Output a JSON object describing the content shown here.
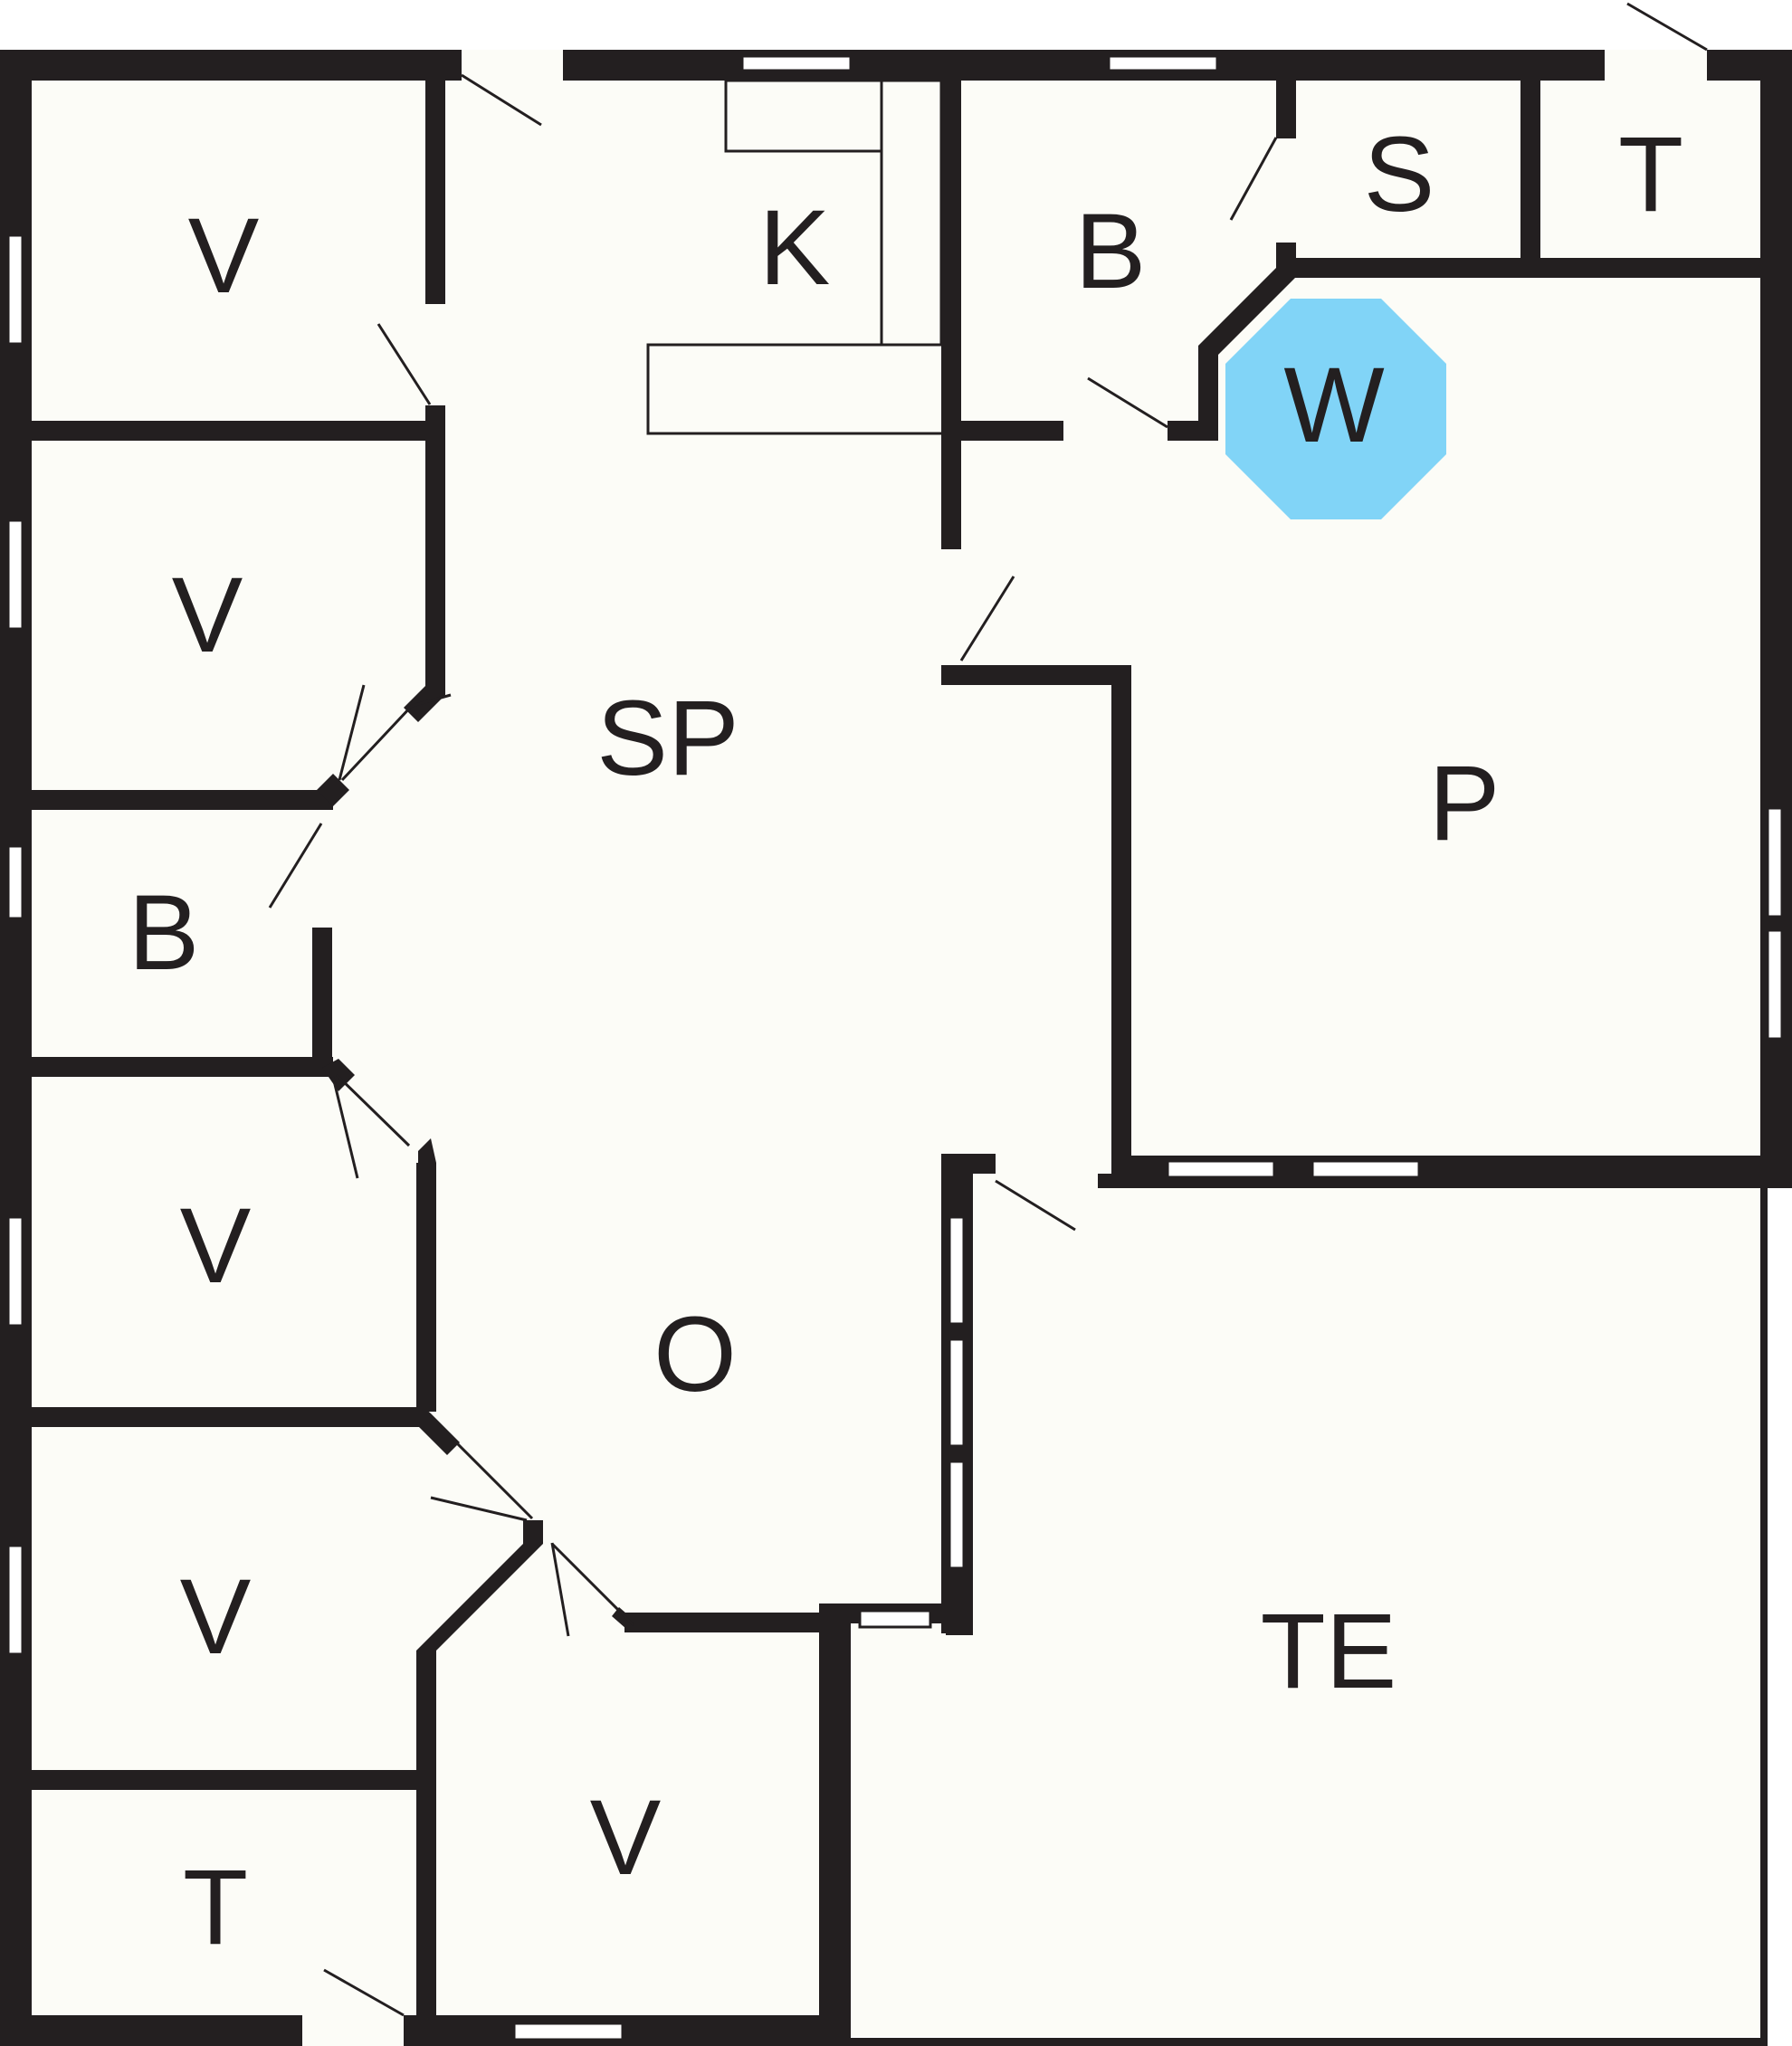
{
  "floor_plan": {
    "colors": {
      "floor": "#fcfcf7",
      "wall": "#231f20",
      "fireplace": "#81d4f7"
    },
    "rooms": [
      {
        "id": "v1",
        "label": "V"
      },
      {
        "id": "v2",
        "label": "V"
      },
      {
        "id": "b-left",
        "label": "B"
      },
      {
        "id": "v3",
        "label": "V"
      },
      {
        "id": "v4",
        "label": "V"
      },
      {
        "id": "t-bottom",
        "label": "T"
      },
      {
        "id": "v5",
        "label": "V"
      },
      {
        "id": "k",
        "label": "K"
      },
      {
        "id": "sp",
        "label": "SP"
      },
      {
        "id": "o",
        "label": "O"
      },
      {
        "id": "b-top",
        "label": "B"
      },
      {
        "id": "s",
        "label": "S"
      },
      {
        "id": "t-top",
        "label": "T"
      },
      {
        "id": "p",
        "label": "P"
      },
      {
        "id": "te",
        "label": "TE"
      }
    ],
    "fireplace": {
      "label": "W",
      "icon": "fireplace-octagon-icon"
    }
  }
}
